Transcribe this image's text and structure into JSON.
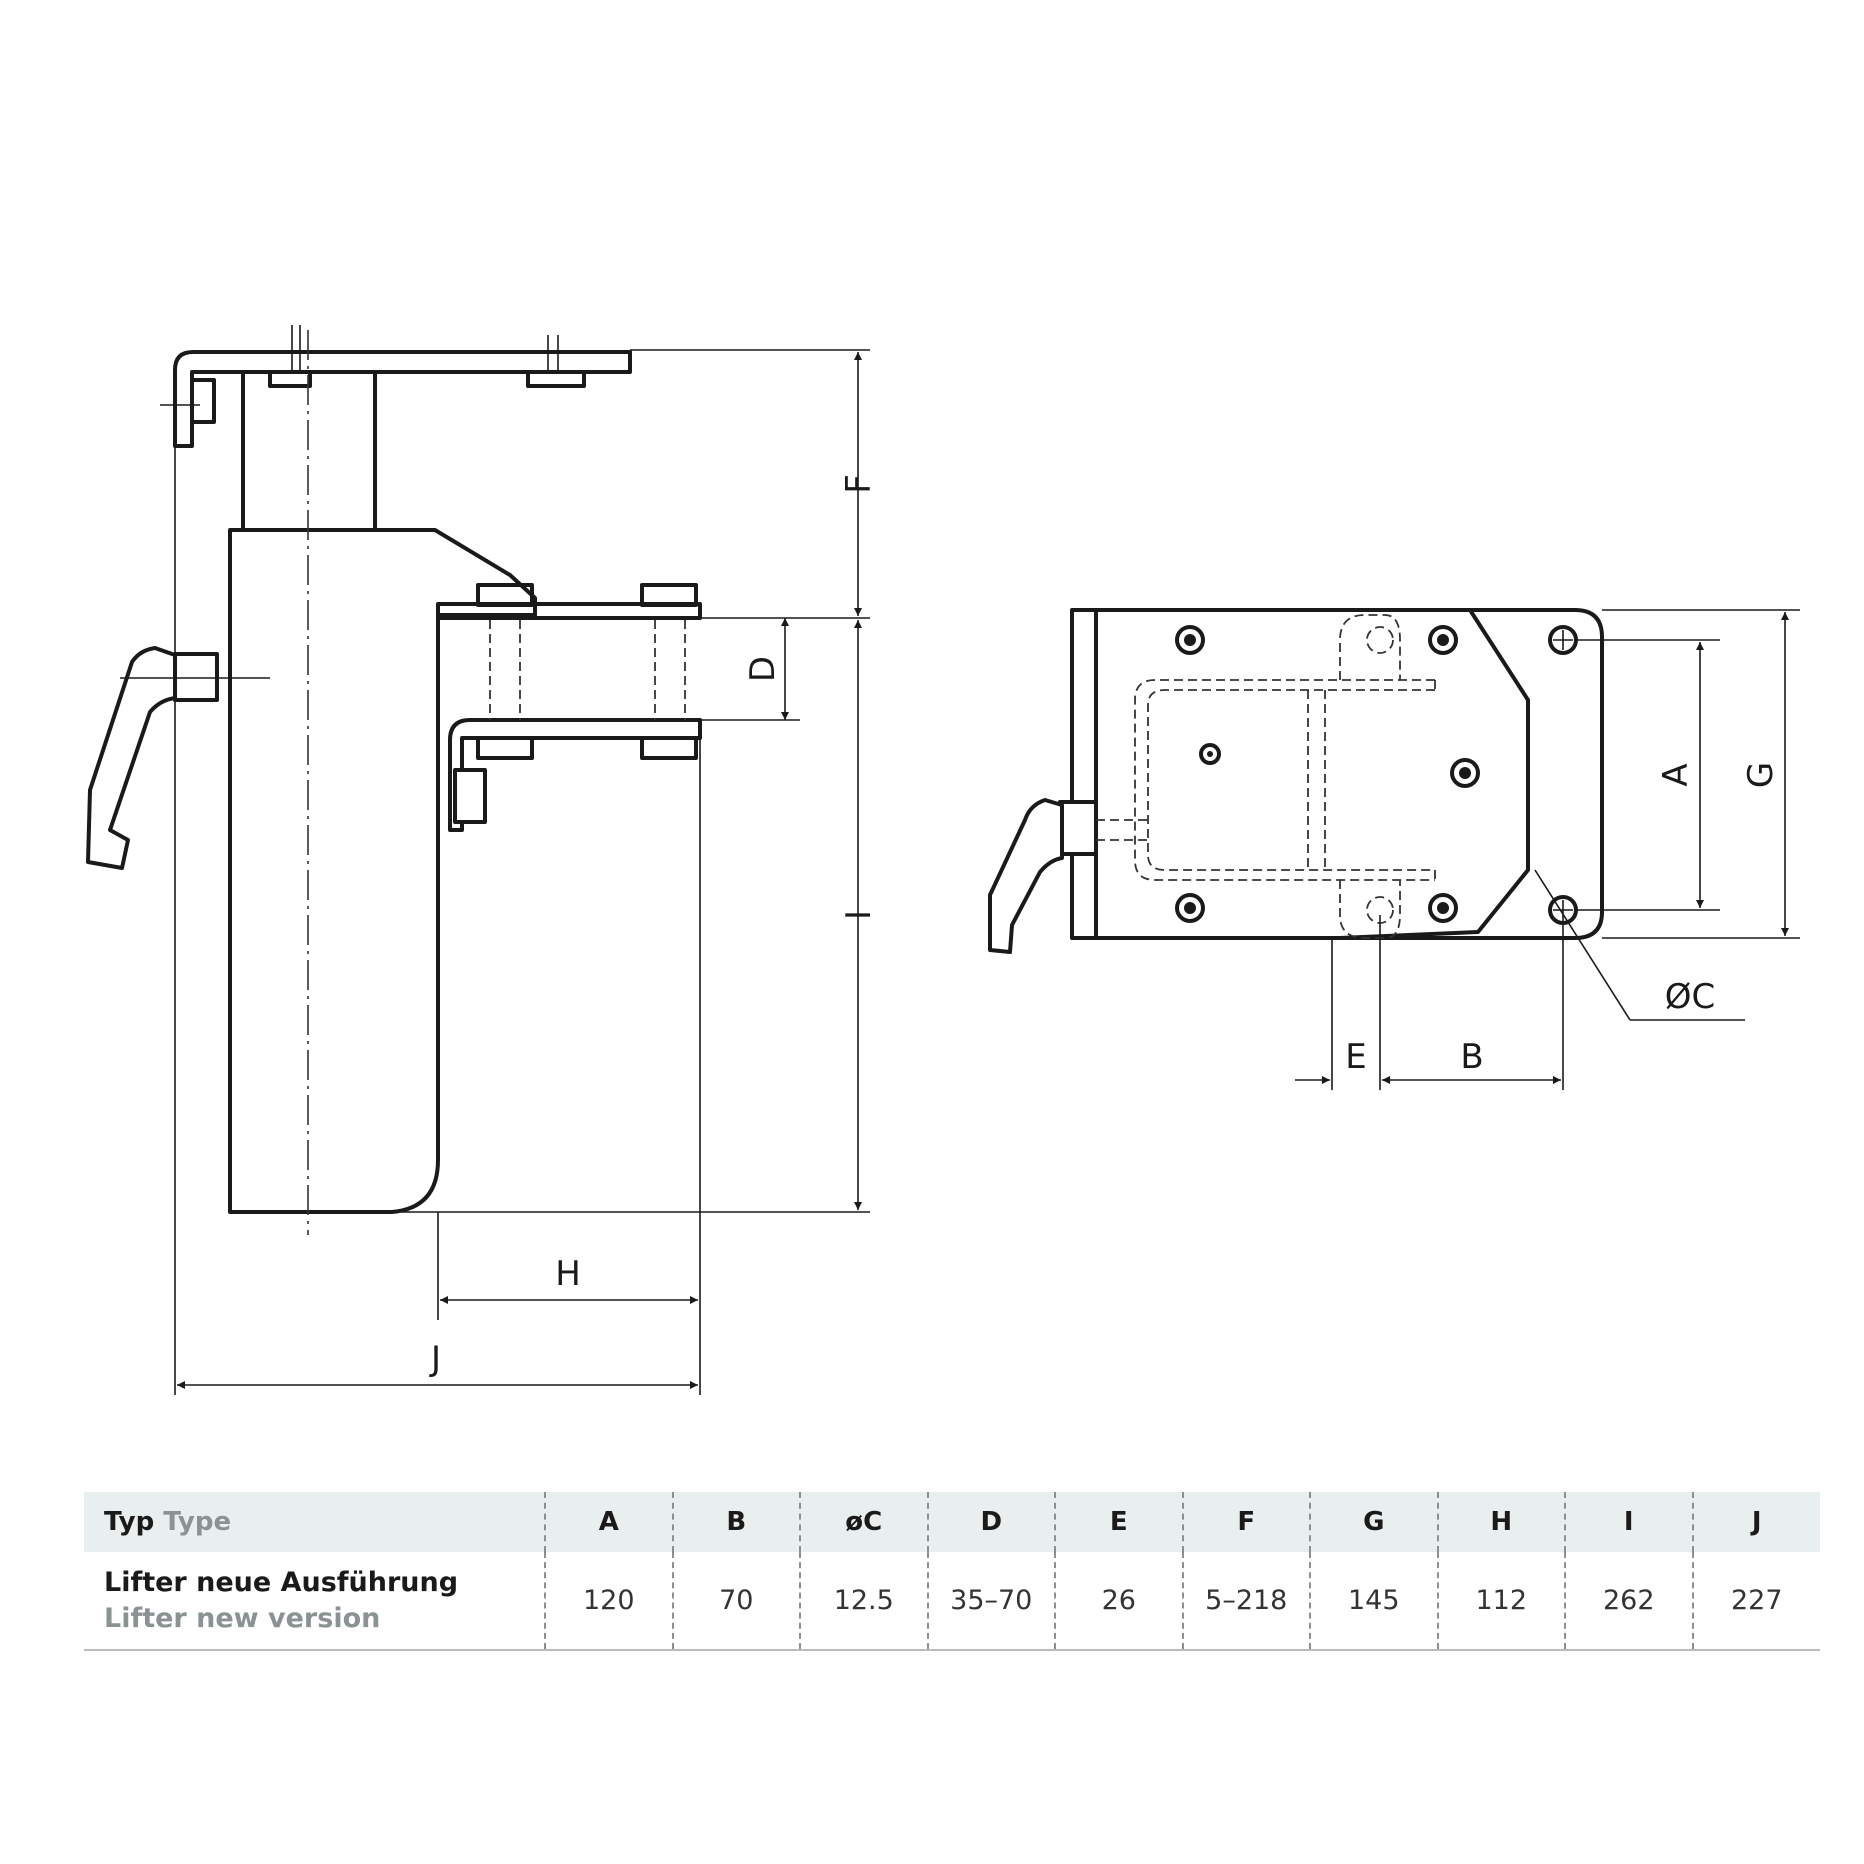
{
  "drawing": {
    "dimension_labels": {
      "F": "F",
      "D": "D",
      "I": "I",
      "H": "H",
      "J": "J",
      "A": "A",
      "G": "G",
      "C": "ØC",
      "E": "E",
      "B": "B"
    }
  },
  "table": {
    "header": {
      "type_de": "Typ",
      "type_en": "Type",
      "columns": [
        "A",
        "B",
        "øC",
        "D",
        "E",
        "F",
        "G",
        "H",
        "I",
        "J"
      ]
    },
    "rows": [
      {
        "name_de": "Lifter neue Ausführung",
        "name_en": "Lifter new version",
        "values": [
          "120",
          "70",
          "12.5",
          "35–70",
          "26",
          "5–218",
          "145",
          "112",
          "262",
          "227"
        ]
      }
    ]
  }
}
